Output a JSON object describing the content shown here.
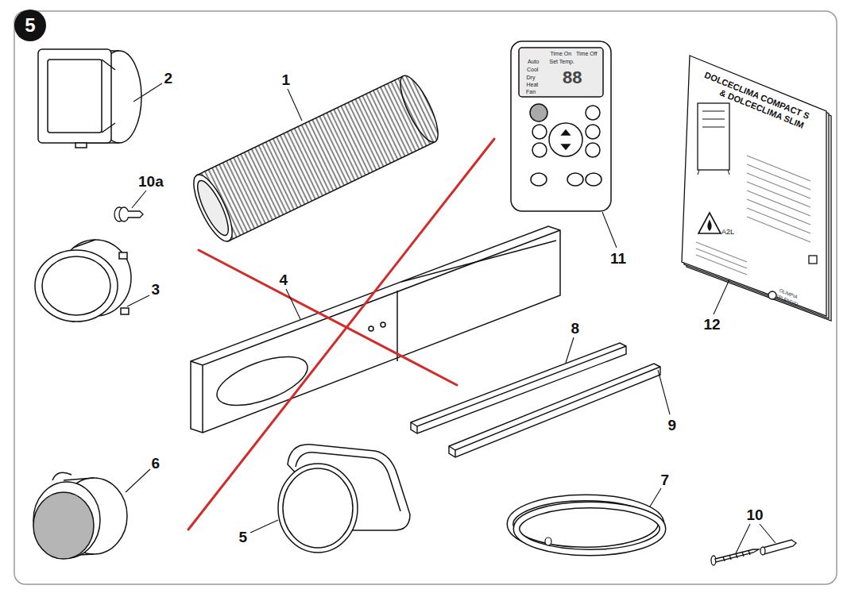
{
  "diagram": {
    "nodes": [
      {
        "text": [
          "5"
        ]
      }
    ],
    "labels": [
      "2",
      "1",
      "10a",
      "3",
      "4",
      "11",
      "12",
      "8",
      "9",
      "6",
      "5",
      "7",
      "10",
      "Time On",
      "Time Off",
      "Auto",
      "Set Temp.",
      "Cool",
      "Dry",
      "Heat",
      "Fan",
      "88",
      "DOLCECLIMA COMPACT S",
      "& DOLCECLIMA SLIM",
      "A2L",
      "OLIMPIA",
      "SPLENDID"
    ]
  }
}
